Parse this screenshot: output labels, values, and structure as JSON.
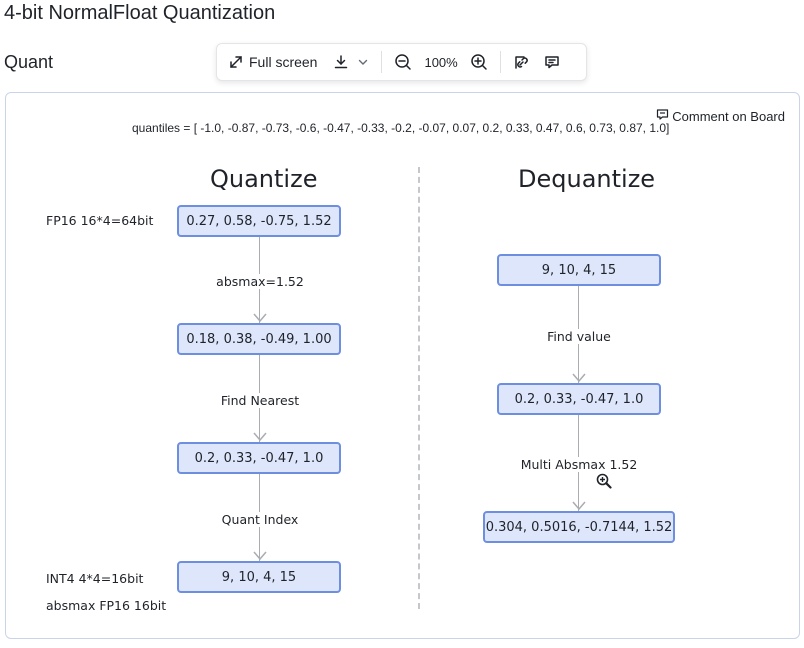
{
  "page": {
    "title": "4-bit NormalFloat Quantization",
    "section": "Quant"
  },
  "toolbar": {
    "fullscreen_label": "Full screen",
    "zoom_level": "100%",
    "icons": [
      "expand-icon",
      "download-icon",
      "chevron-down-icon",
      "zoom-out-icon",
      "zoom-in-icon",
      "link-icon",
      "comment-icon"
    ]
  },
  "board": {
    "comment_label": "Comment on Board",
    "quantiles": "quantiles = [ -1.0, -0.87, -0.73, -0.6, -0.47, -0.33, -0.2, -0.07, 0.07, 0.2, 0.33, 0.47, 0.6, 0.73, 0.87, 1.0]",
    "quantize": {
      "title": "Quantize",
      "input_note": "FP16 16*4=64bit",
      "nodes": [
        "0.27, 0.58, -0.75, 1.52",
        "0.18, 0.38, -0.49, 1.00",
        "0.2, 0.33, -0.47, 1.0",
        "9, 10, 4, 15"
      ],
      "steps": [
        "absmax=1.52",
        "Find Nearest",
        "Quant Index"
      ],
      "output_note": "INT4 4*4=16bit",
      "absmax_note": "absmax FP16 16bit"
    },
    "dequantize": {
      "title": "Dequantize",
      "nodes": [
        "9, 10, 4, 15",
        "0.2, 0.33, -0.47, 1.0",
        "0.304, 0.5016, -0.7144, 1.52"
      ],
      "steps": [
        "Find value",
        "Multi Absmax 1.52"
      ]
    }
  },
  "colors": {
    "node_fill": "#dde6fb",
    "node_border": "#6e8fe0",
    "connector": "#a9acb0",
    "divider": "#c4c7cc"
  }
}
